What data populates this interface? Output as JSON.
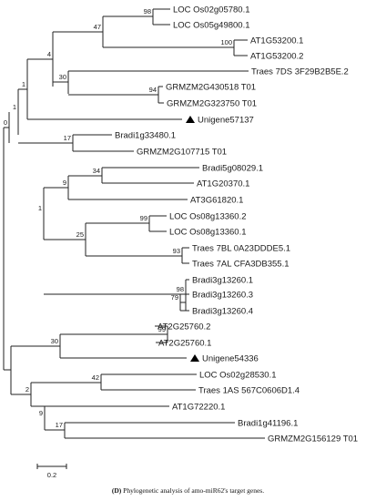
{
  "figure": {
    "caption_label": "(D)",
    "caption_text": " Phylogenetic analysis of amo-miR62's target genes."
  },
  "tree": {
    "leaves": [
      "LOC Os02g05780.1",
      "LOC Os05g49800.1",
      "AT1G53200.1",
      "AT1G53200.2",
      "Traes 7DS 3F29B2B5E.2",
      "GRMZM2G430518 T01",
      "GRMZM2G323750 T01",
      "Unigene57137",
      "Bradi1g33480.1",
      "GRMZM2G107715 T01",
      "Bradi5g08029.1",
      "AT1G20370.1",
      "AT3G61820.1",
      "LOC Os08g13360.2",
      "LOC Os08g13360.1",
      "Traes 7BL 0A23DDDE5.1",
      "Traes 7AL CFA3DB355.1",
      "Bradi3g13260.1",
      "Bradi3g13260.3",
      "Bradi3g13260.4",
      "AT2G25760.2",
      "AT2G25760.1",
      "Unigene54336",
      "LOC Os02g28530.1",
      "Traes 1AS 567C0606D1.4",
      "AT1G72220.1",
      "Bradi1g41196.1",
      "GRMZM2G156129 T01"
    ],
    "highlighted_leaves": [
      "Unigene57137",
      "Unigene54336"
    ],
    "highlight_marker": "filled-triangle",
    "bootstrap_values": [
      "98",
      "47",
      "100",
      "4",
      "30",
      "94",
      "1",
      "1",
      "17",
      "0",
      "34",
      "9",
      "1",
      "99",
      "93",
      "25",
      "98",
      "79",
      "99",
      "30",
      "42",
      "2",
      "9",
      "17"
    ],
    "scale_bar_label": "0.2"
  }
}
